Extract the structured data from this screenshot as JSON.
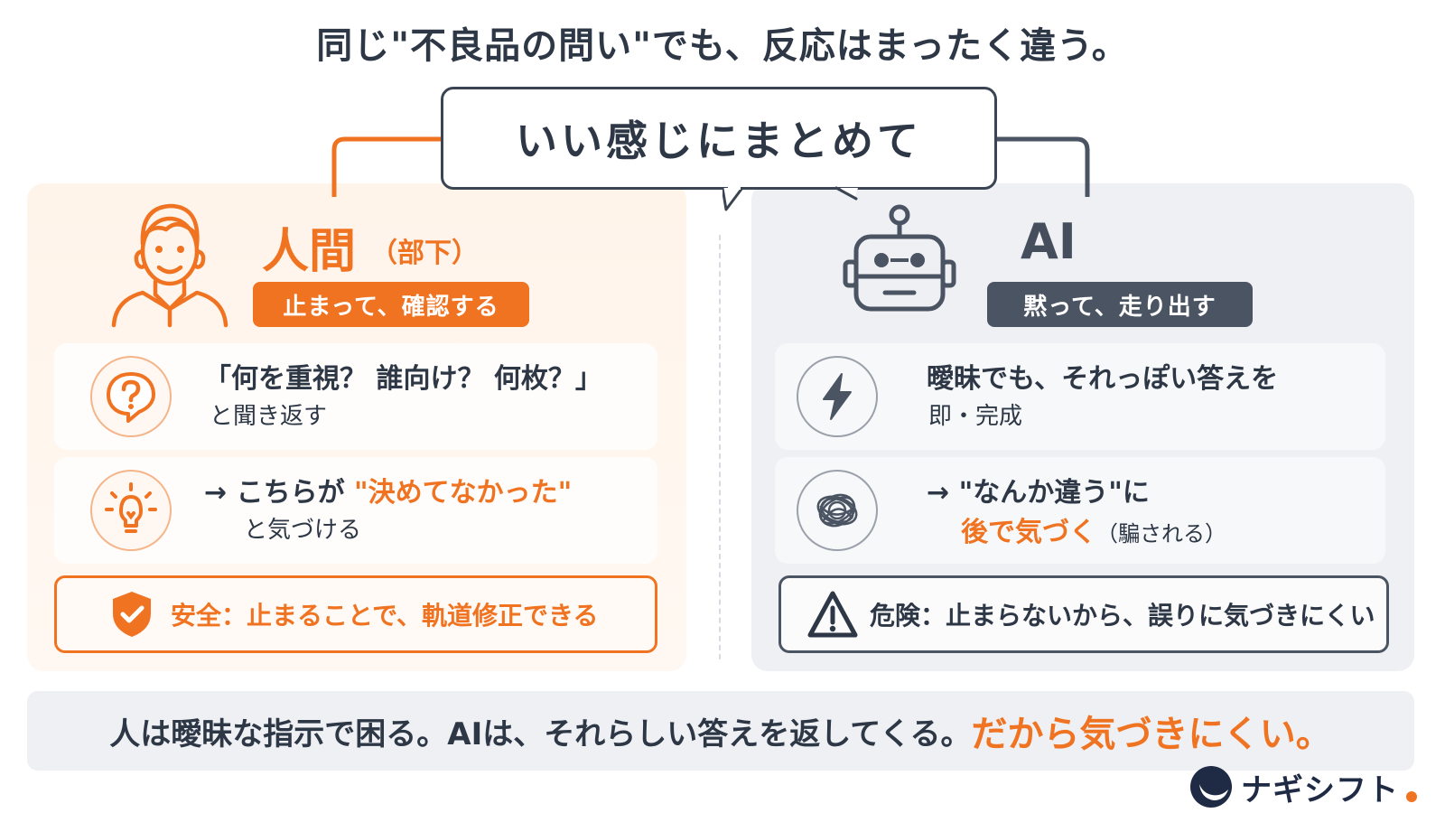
{
  "title": "同じ\"不良品の問い\"でも、反応はまったく違う。",
  "prompt": "いい感じにまとめて",
  "left": {
    "heading": "人間",
    "heading_sub": "（部下）",
    "tag": "止まって、確認する",
    "card1": {
      "line1": "「何を重視？ 誰向け？ 何枚？」",
      "line2": "と聞き返す"
    },
    "card2": {
      "arrow": "→ こちらが",
      "highlight": "\"決めてなかった\"",
      "line2": "と気づける"
    },
    "bottom": "安全：止まることで、軌道修正できる"
  },
  "right": {
    "heading": "AI",
    "tag": "黙って、走り出す",
    "card1": {
      "line1": "曖昧でも、それっぽい答えを",
      "line2": "即・完成"
    },
    "card2": {
      "line1": "→ \"なんか違う\"に",
      "highlight": "後で気づく",
      "paren": "（騙される）"
    },
    "bottom": "危険：止まらないから、誤りに気づきにくい"
  },
  "footer": {
    "main": "人は曖昧な指示で困る。AIは、それらしい答えを返してくる。",
    "highlight": "だから気づきにくい。"
  },
  "brand": {
    "name": "ナギシフト"
  },
  "colors": {
    "accent": "#f07322",
    "dark": "#4b5462",
    "navy": "#1f2a44"
  },
  "icons": [
    "person-icon",
    "robot-icon",
    "question-bubble-icon",
    "lightbulb-icon",
    "lightning-icon",
    "tangle-icon",
    "shield-check-icon",
    "warning-icon",
    "brand-logo-icon"
  ]
}
